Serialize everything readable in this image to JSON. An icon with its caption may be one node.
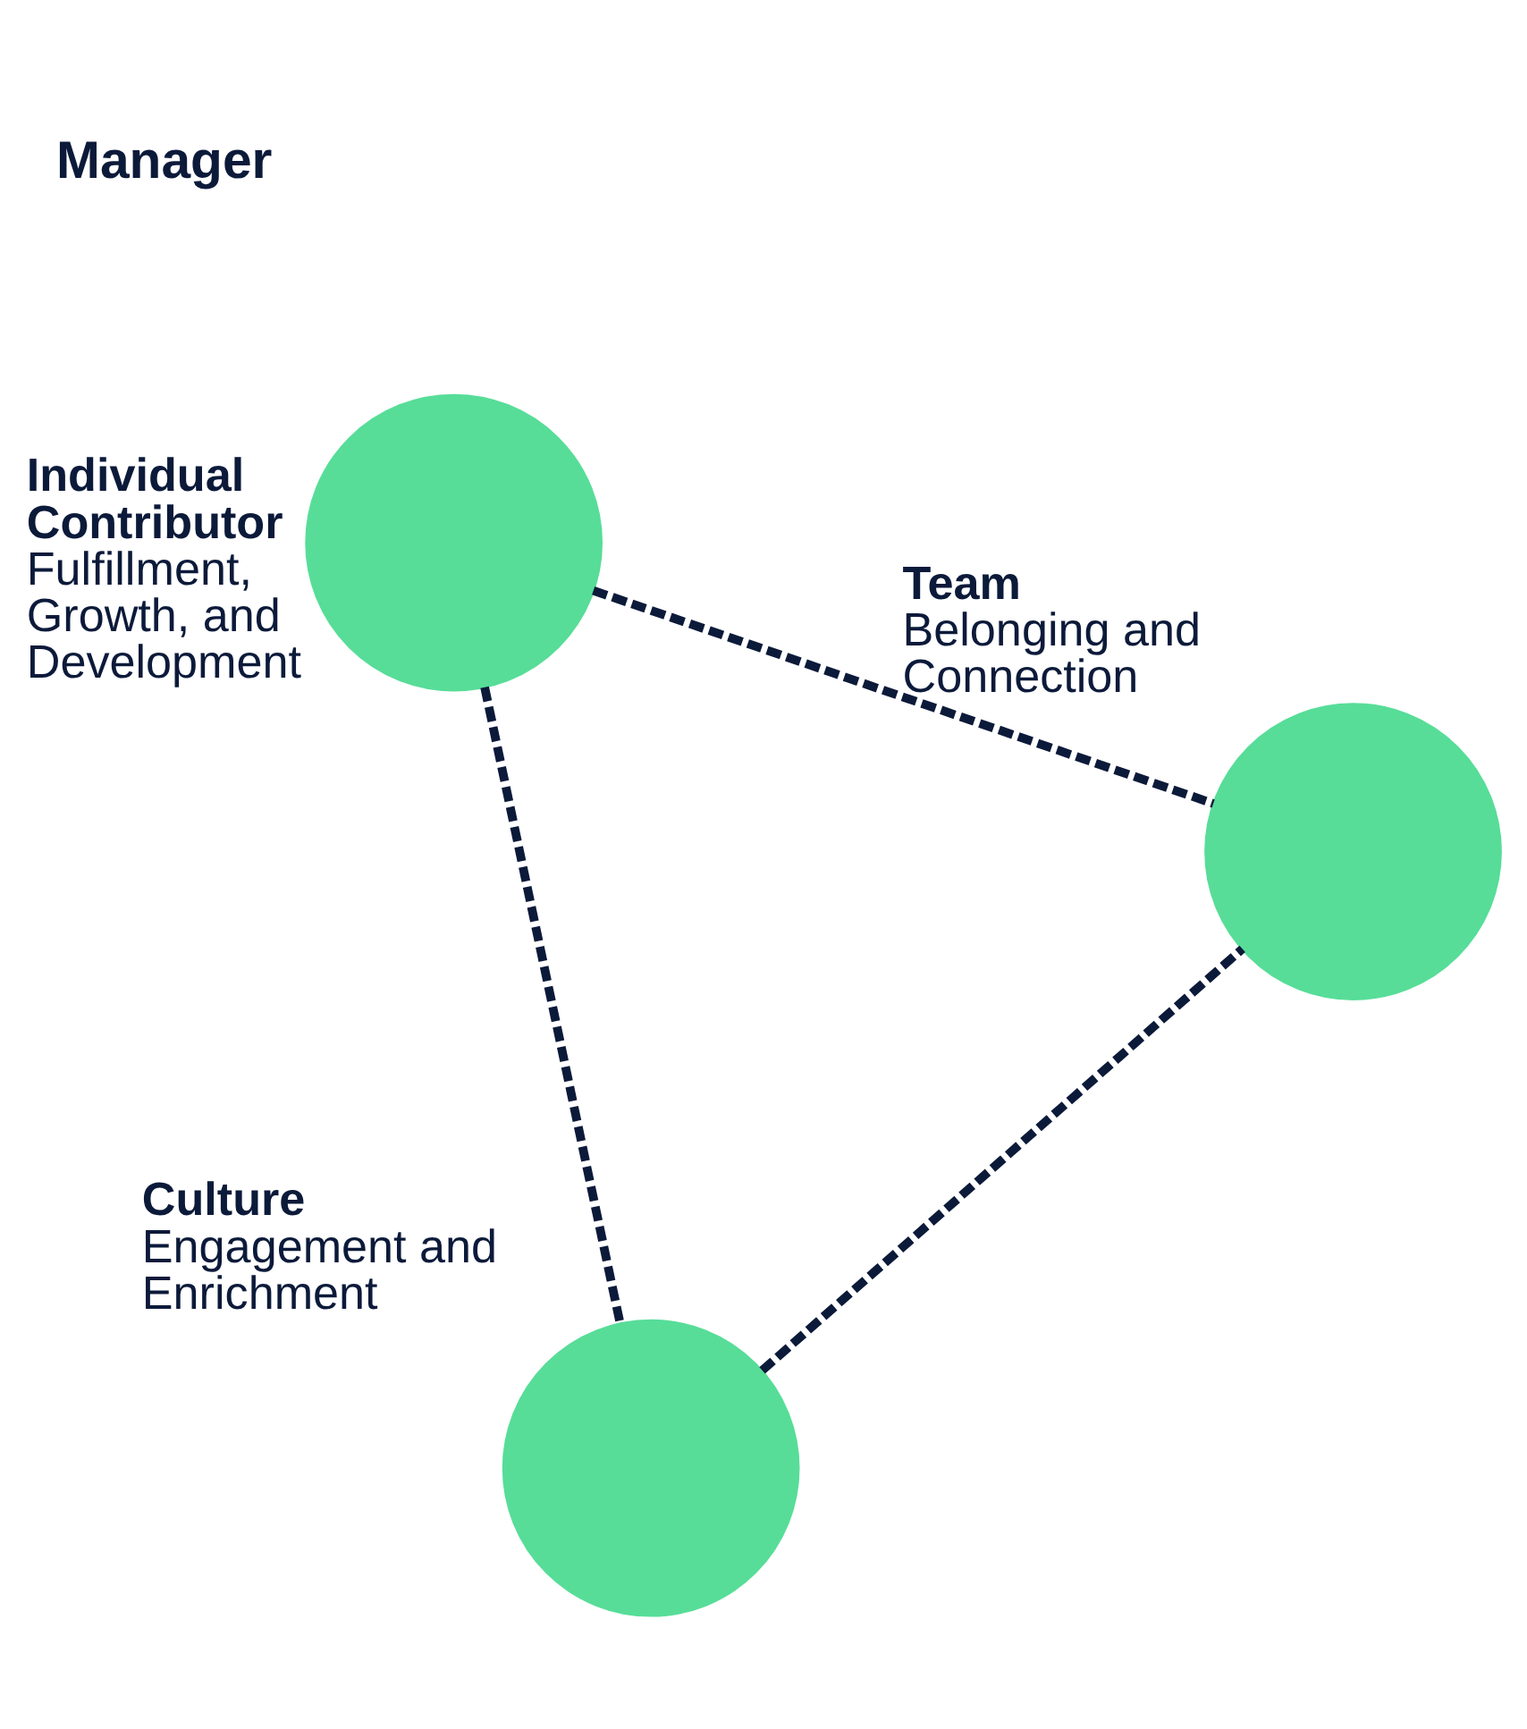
{
  "diagram": {
    "nodes": [
      {
        "text": [
          "Individual Contributor",
          "Fulfillment, Growth, and Development"
        ]
      },
      {
        "text": [
          "Team",
          "Belonging and Connection"
        ]
      },
      {
        "text": [
          "Culture",
          "Engagement and Enrichment"
        ]
      }
    ],
    "edges": [
      {
        "from": 0,
        "to": 1,
        "arrow": "none",
        "style": "dashed"
      },
      {
        "from": 0,
        "to": 2,
        "arrow": "none",
        "style": "dashed"
      },
      {
        "from": 2,
        "to": 1,
        "arrow": "none",
        "style": "dashed"
      }
    ],
    "labels": [
      "Manager"
    ]
  }
}
